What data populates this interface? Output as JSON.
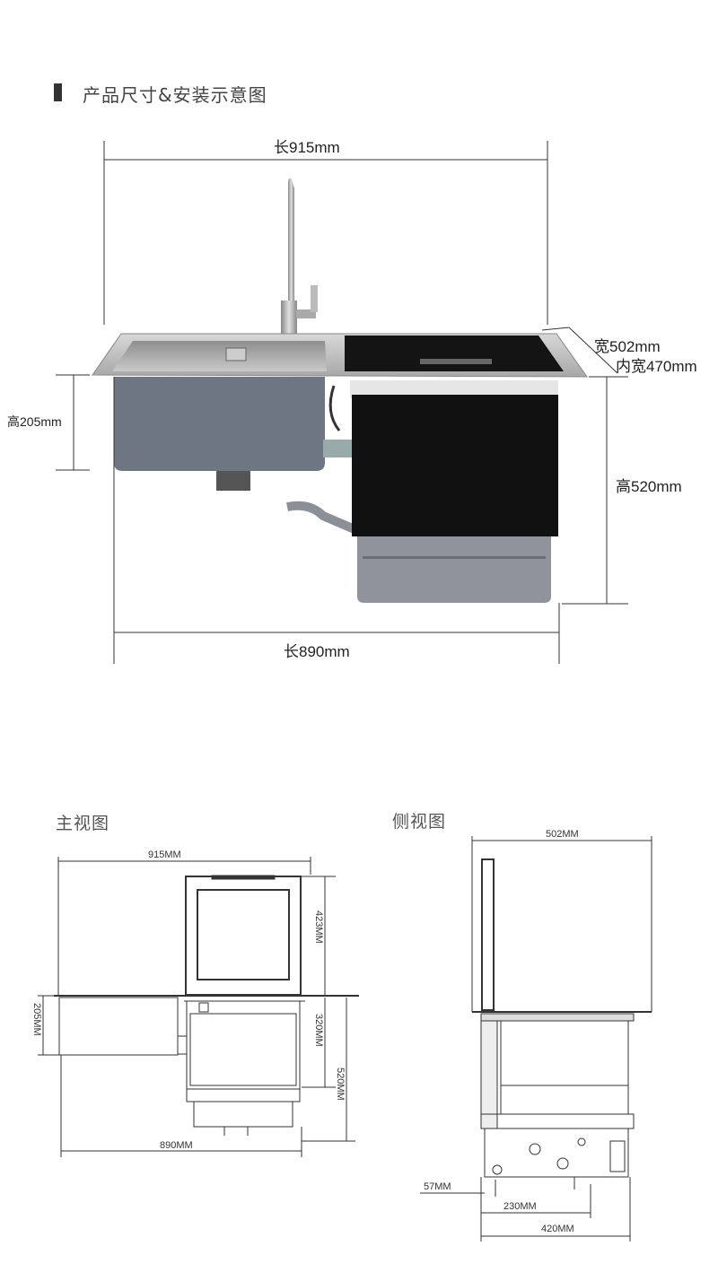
{
  "header": {
    "title": "产品尺寸&安装示意图"
  },
  "photo_dims": {
    "top_length": "长915mm",
    "width": "宽502mm",
    "inner_width": "内宽470mm",
    "sink_height": "高205mm",
    "unit_height": "高520mm",
    "bottom_length": "长890mm"
  },
  "front_view": {
    "title": "主视图",
    "width_top": "915MM",
    "h1": "423MM",
    "h2": "320MM",
    "h3": "520MM",
    "sink_h": "205MM",
    "width_bottom": "890MM"
  },
  "side_view": {
    "title": "侧视图",
    "width_top": "502MM",
    "d1": "57MM",
    "d2": "230MM",
    "d3": "420MM"
  },
  "colors": {
    "steel": "#b9b9b9",
    "dark_panel": "#111111",
    "grey_body": "#6f7683"
  }
}
